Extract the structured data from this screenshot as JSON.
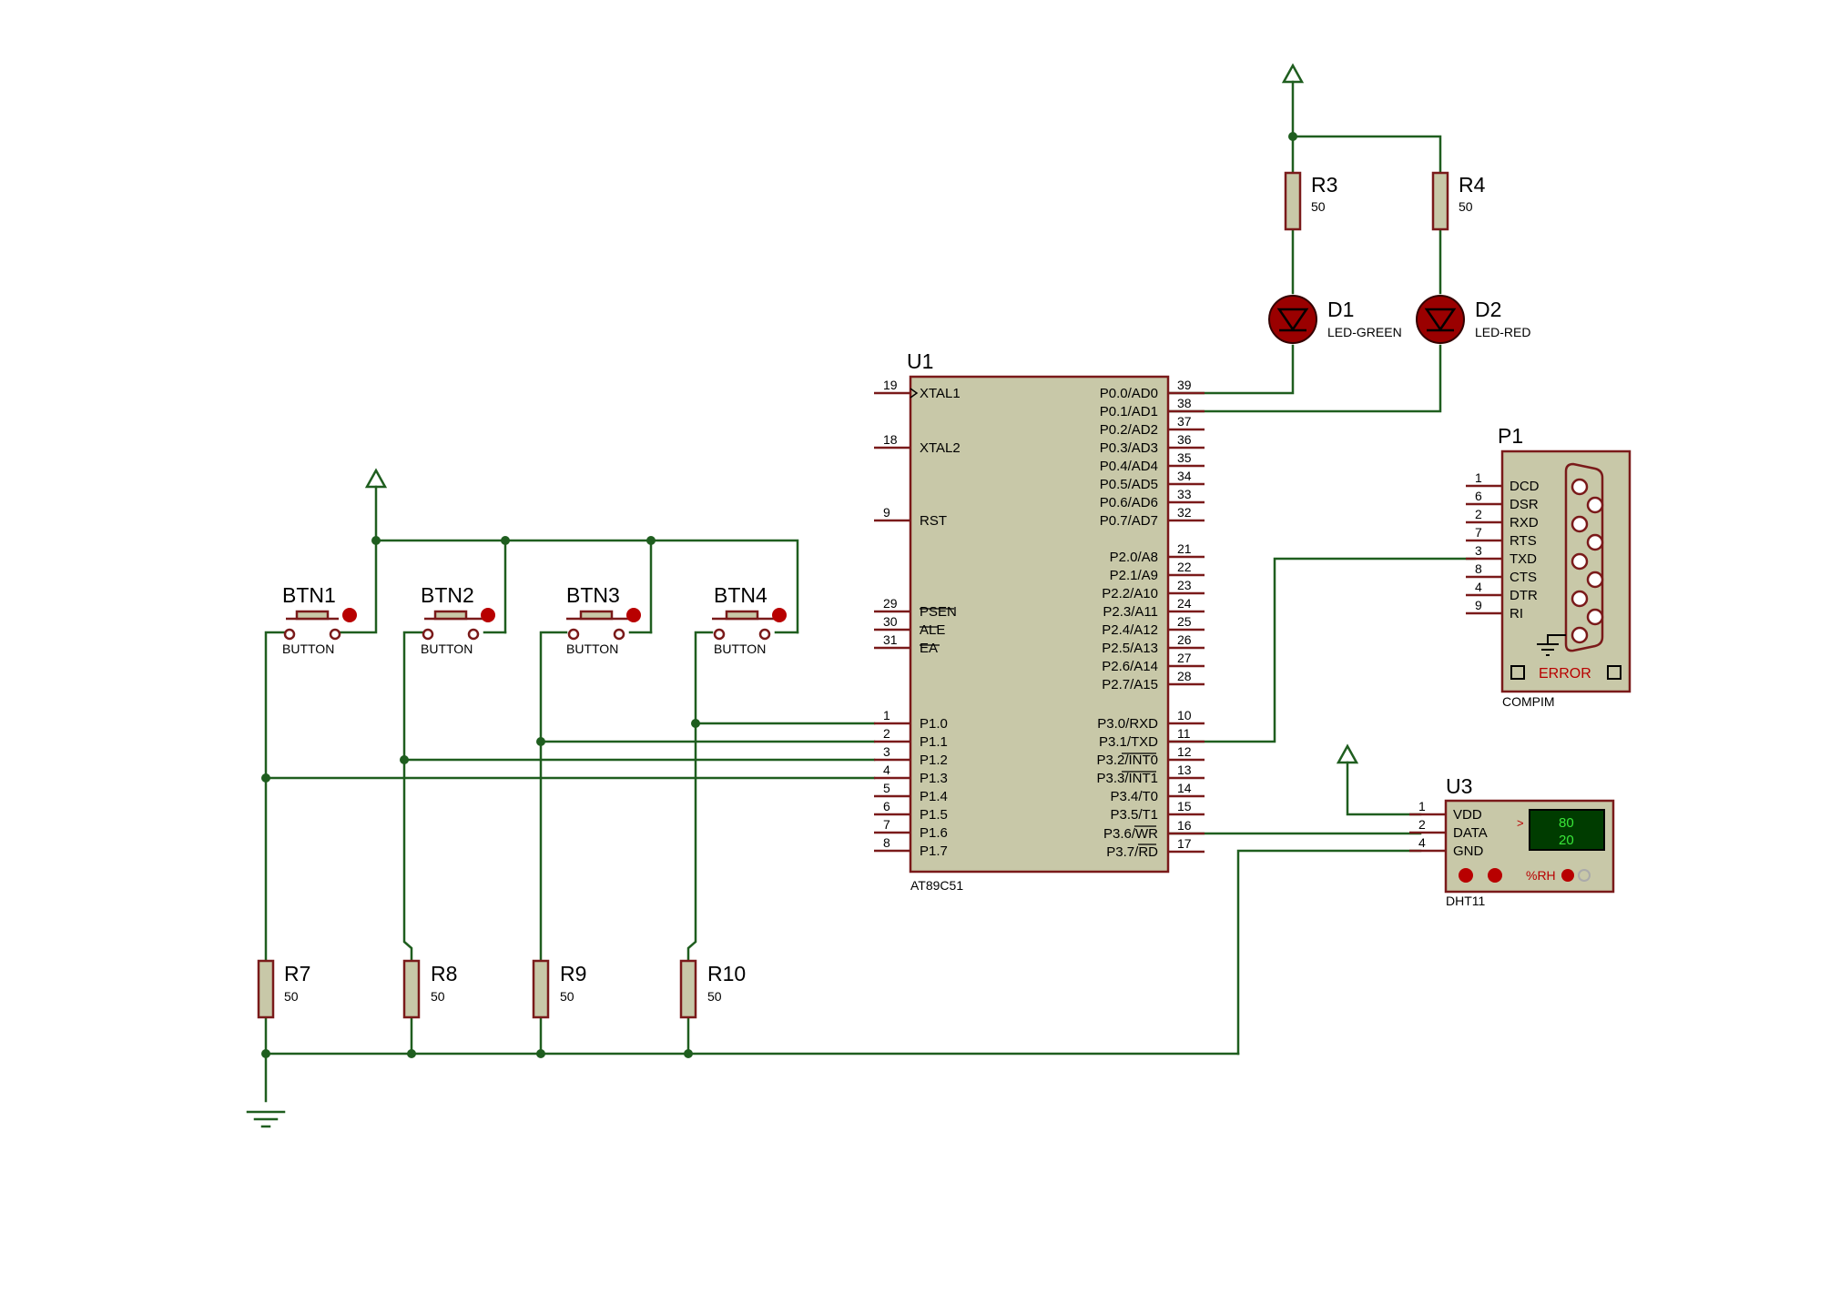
{
  "u1": {
    "ref": "U1",
    "type": "AT89C51",
    "left_pins": [
      {
        "num": "19",
        "name": "XTAL1"
      },
      {
        "num": "18",
        "name": "XTAL2"
      },
      {
        "num": "9",
        "name": "RST"
      },
      {
        "num": "29",
        "name": "PSEN"
      },
      {
        "num": "30",
        "name": "ALE"
      },
      {
        "num": "31",
        "name": "EA"
      },
      {
        "num": "1",
        "name": "P1.0"
      },
      {
        "num": "2",
        "name": "P1.1"
      },
      {
        "num": "3",
        "name": "P1.2"
      },
      {
        "num": "4",
        "name": "P1.3"
      },
      {
        "num": "5",
        "name": "P1.4"
      },
      {
        "num": "6",
        "name": "P1.5"
      },
      {
        "num": "7",
        "name": "P1.6"
      },
      {
        "num": "8",
        "name": "P1.7"
      }
    ],
    "right_pins": [
      {
        "num": "39",
        "name": "P0.0/AD0"
      },
      {
        "num": "38",
        "name": "P0.1/AD1"
      },
      {
        "num": "37",
        "name": "P0.2/AD2"
      },
      {
        "num": "36",
        "name": "P0.3/AD3"
      },
      {
        "num": "35",
        "name": "P0.4/AD4"
      },
      {
        "num": "34",
        "name": "P0.5/AD5"
      },
      {
        "num": "33",
        "name": "P0.6/AD6"
      },
      {
        "num": "32",
        "name": "P0.7/AD7"
      },
      {
        "num": "21",
        "name": "P2.0/A8"
      },
      {
        "num": "22",
        "name": "P2.1/A9"
      },
      {
        "num": "23",
        "name": "P2.2/A10"
      },
      {
        "num": "24",
        "name": "P2.3/A11"
      },
      {
        "num": "25",
        "name": "P2.4/A12"
      },
      {
        "num": "26",
        "name": "P2.5/A13"
      },
      {
        "num": "27",
        "name": "P2.6/A14"
      },
      {
        "num": "28",
        "name": "P2.7/A15"
      },
      {
        "num": "10",
        "name": "P3.0/RXD"
      },
      {
        "num": "11",
        "name": "P3.1/TXD"
      },
      {
        "num": "12",
        "name": "P3.2/INT0"
      },
      {
        "num": "13",
        "name": "P3.3/INT1"
      },
      {
        "num": "14",
        "name": "P3.4/T0"
      },
      {
        "num": "15",
        "name": "P3.5/T1"
      },
      {
        "num": "16",
        "name": "P3.6/WR"
      },
      {
        "num": "17",
        "name": "P3.7/RD"
      }
    ]
  },
  "resistors": [
    {
      "ref": "R3",
      "value": "50"
    },
    {
      "ref": "R4",
      "value": "50"
    },
    {
      "ref": "R7",
      "value": "50"
    },
    {
      "ref": "R8",
      "value": "50"
    },
    {
      "ref": "R9",
      "value": "50"
    },
    {
      "ref": "R10",
      "value": "50"
    }
  ],
  "leds": [
    {
      "ref": "D1",
      "type": "LED-GREEN"
    },
    {
      "ref": "D2",
      "type": "LED-RED"
    }
  ],
  "buttons": [
    {
      "ref": "BTN1",
      "type": "BUTTON"
    },
    {
      "ref": "BTN2",
      "type": "BUTTON"
    },
    {
      "ref": "BTN3",
      "type": "BUTTON"
    },
    {
      "ref": "BTN4",
      "type": "BUTTON"
    }
  ],
  "p1": {
    "ref": "P1",
    "type": "COMPIM",
    "status": "ERROR",
    "pins": [
      {
        "num": "1",
        "name": "DCD"
      },
      {
        "num": "6",
        "name": "DSR"
      },
      {
        "num": "2",
        "name": "RXD"
      },
      {
        "num": "7",
        "name": "RTS"
      },
      {
        "num": "3",
        "name": "TXD"
      },
      {
        "num": "8",
        "name": "CTS"
      },
      {
        "num": "4",
        "name": "DTR"
      },
      {
        "num": "9",
        "name": "RI"
      }
    ]
  },
  "u3": {
    "ref": "U3",
    "type": "DHT11",
    "pins": [
      {
        "num": "1",
        "name": "VDD"
      },
      {
        "num": "2",
        "name": "DATA"
      },
      {
        "num": "4",
        "name": "GND"
      }
    ],
    "display_arrow": ">",
    "display_top": "80",
    "display_bottom": "20",
    "unit": "%RH"
  },
  "colors": {
    "wire": "#1f5e1f",
    "component_outline": "#7a1a1a",
    "component_fill": "#c8c8a8",
    "led_fill": "#9a0000",
    "lcd_fill": "#003c00",
    "lcd_text": "#39e639"
  }
}
